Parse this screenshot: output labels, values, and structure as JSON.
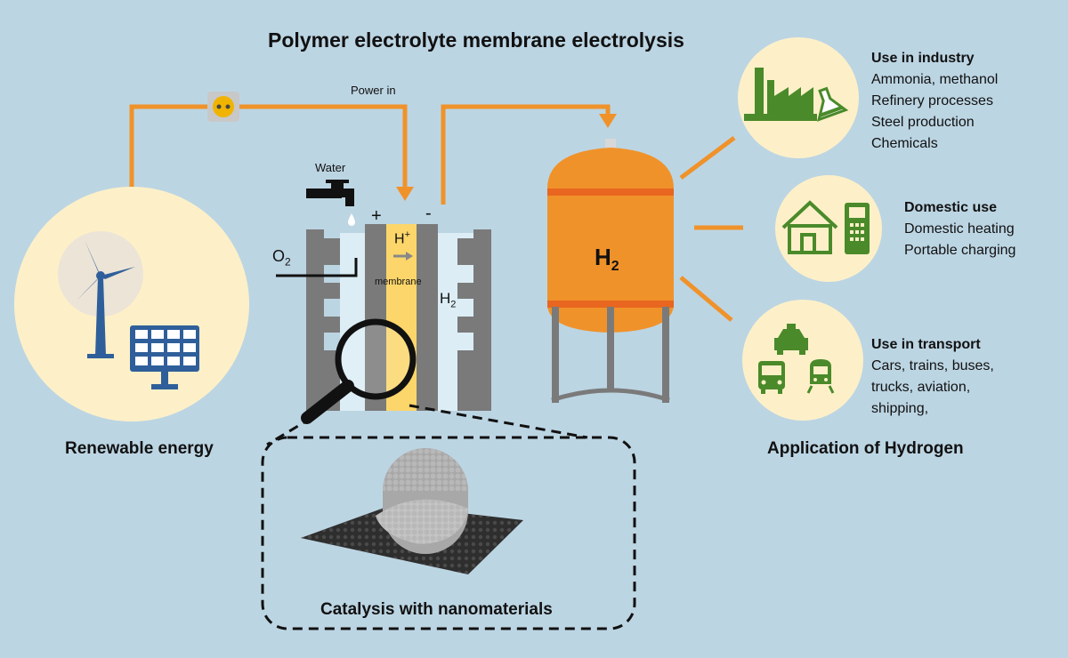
{
  "title": "Polymer electrolyte membrane electrolysis",
  "labels": {
    "power_in": "Power in",
    "water": "Water",
    "plus": "+",
    "minus": "-",
    "o2": "O",
    "o2_sub": "2",
    "hplus": "H",
    "hplus_sup": "+",
    "membrane": "membrane",
    "h2_cell": "H",
    "h2_cell_sub": "2",
    "h2_tank": "H",
    "h2_tank_sub": "2",
    "renewable": "Renewable energy",
    "catalysis": "Catalysis with nanomaterials",
    "application": "Application of Hydrogen"
  },
  "applications": {
    "industry": {
      "heading": "Use in industry",
      "items": [
        "Ammonia, methanol",
        "Refinery processes",
        "Steel production",
        "Chemicals"
      ]
    },
    "domestic": {
      "heading": "Domestic use",
      "items": [
        "Domestic heating",
        "Portable charging"
      ]
    },
    "transport": {
      "heading": "Use in transport",
      "items": [
        "Cars, trains, buses,",
        "trucks, aviation,",
        "shipping,"
      ]
    }
  },
  "colors": {
    "background": "#bcd5e3",
    "wire": "#f0922a",
    "tank": "#f0922a",
    "tank_band": "#e8661f",
    "circle_fill": "#fdf0c8",
    "icon_green": "#4a8a2a",
    "icon_blue": "#2f5f9a",
    "electrode": "#7a7a7a",
    "membrane": "#fcd66a",
    "electrolyte": "#dcedf5"
  },
  "icons": [
    "plug-icon",
    "tap-icon",
    "wind-turbine-icon",
    "solar-panel-icon",
    "magnifier-icon",
    "factory-icon",
    "flask-icon",
    "house-icon",
    "phone-icon",
    "taxi-icon",
    "bus-icon",
    "train-icon"
  ]
}
